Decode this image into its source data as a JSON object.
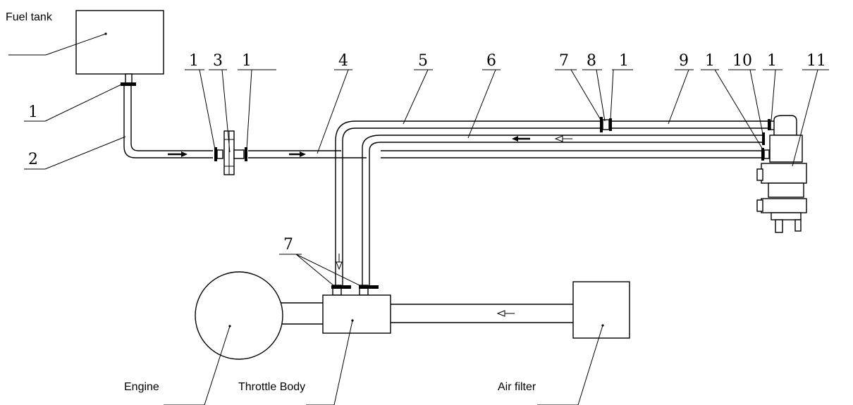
{
  "labels": {
    "fuel_tank": "Fuel tank",
    "engine": "Engine",
    "throttle_body": "Throttle Body",
    "air_filter": "Air filter"
  },
  "callouts": {
    "c1a": "1",
    "c2": "2",
    "c1b": "1",
    "c3": "3",
    "c1c": "1",
    "c4": "4",
    "c5": "5",
    "c6": "6",
    "c7a": "7",
    "c8": "8",
    "c1d": "1",
    "c9": "9",
    "c1e": "1",
    "c10": "10",
    "c1f": "1",
    "c11": "11",
    "c7b": "7"
  }
}
